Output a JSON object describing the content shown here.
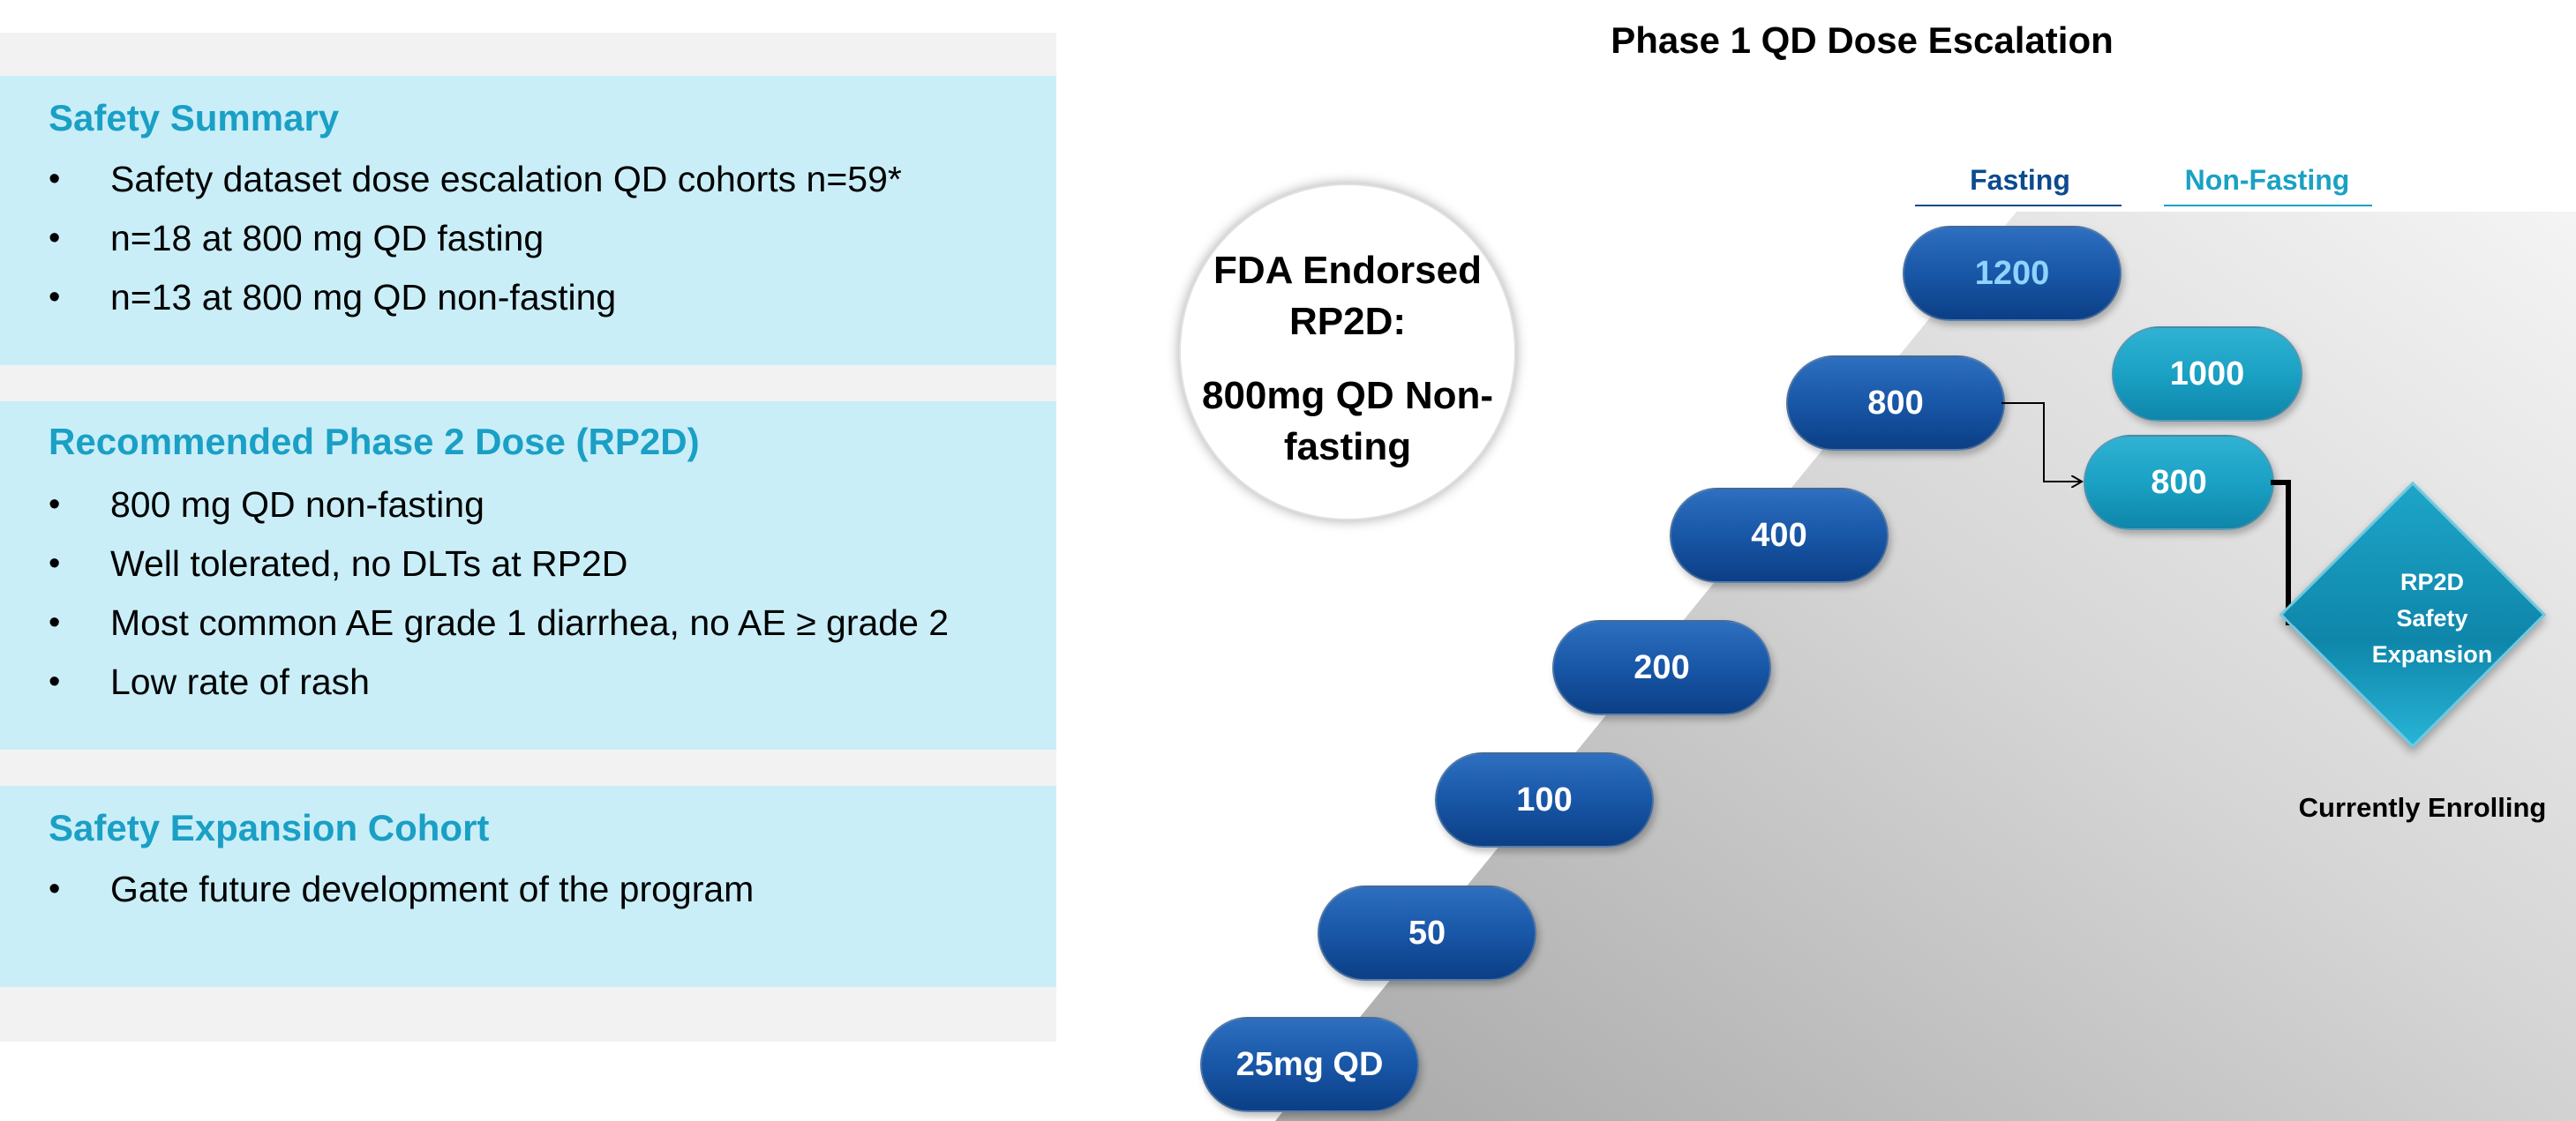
{
  "left_panel": {
    "sections": [
      {
        "title": "Safety Summary",
        "bullets": [
          "Safety dataset dose escalation QD cohorts n=59*",
          "n=18 at 800 mg QD fasting",
          "n=13 at 800 mg QD non-fasting"
        ]
      },
      {
        "title": "Recommended Phase 2 Dose (RP2D)",
        "bullets": [
          "800 mg QD non-fasting",
          "Well tolerated, no DLTs at RP2D",
          "Most common AE grade 1 diarrhea, no AE ≥ grade 2",
          "Low rate of rash"
        ]
      },
      {
        "title": "Safety Expansion Cohort",
        "bullets": [
          "Gate future development of the program"
        ]
      }
    ],
    "bullet_char": "•"
  },
  "diagram": {
    "title": "Phase 1 QD Dose Escalation",
    "columns": {
      "fasting": "Fasting",
      "non_fasting": "Non-Fasting"
    },
    "fasting_doses": [
      "25mg QD",
      "50",
      "100",
      "200",
      "400",
      "800",
      "1200"
    ],
    "non_fasting_doses": [
      "800",
      "1000"
    ],
    "fda_box": {
      "line1": "FDA Endorsed RP2D:",
      "line2": "800mg QD Non-fasting"
    },
    "expansion": {
      "label_lines": [
        "RP2D",
        "Safety",
        "Expansion"
      ],
      "status": "Currently Enrolling"
    },
    "colors": {
      "fasting": "#1a59aa",
      "non_fasting": "#1aa1c4",
      "fasting_header": "#0b4a8f",
      "non_fasting_header": "#1aa1c4",
      "highlight_1200_text": "#8fd3ff",
      "section_title": "#1a9fc5",
      "box_bg": "#c9eef8"
    }
  }
}
